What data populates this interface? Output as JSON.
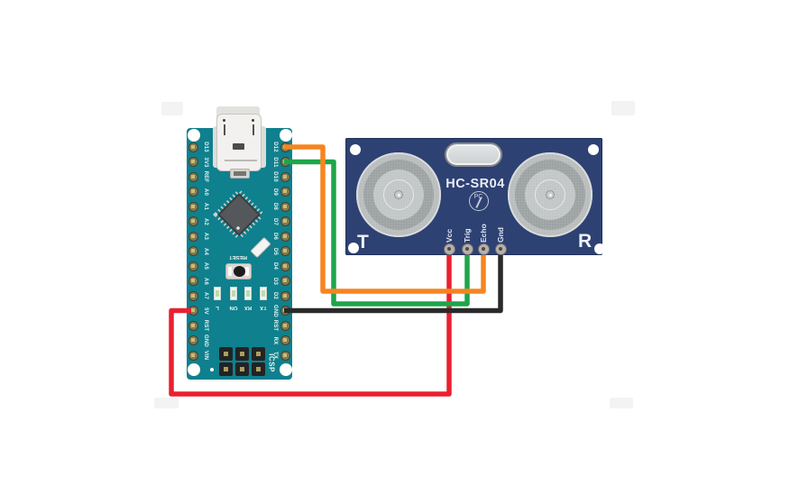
{
  "nano": {
    "board_color": "#0f808d",
    "left_pins": [
      "D13",
      "3V3",
      "REF",
      "A0",
      "A1",
      "A2",
      "A3",
      "A4",
      "A5",
      "A6",
      "A7",
      "5V",
      "RST",
      "GND",
      "VIN"
    ],
    "right_pins": [
      "D12",
      "D11",
      "D10",
      "D9",
      "D8",
      "D7",
      "D6",
      "D5",
      "D4",
      "D3",
      "D2",
      "GND",
      "RST",
      "RX",
      "TX"
    ],
    "reset_label": "RESET",
    "led_labels": [
      "L",
      "ON",
      "RX",
      "TX"
    ],
    "icsp_label": "ICSP"
  },
  "sensor": {
    "board_color": "#2e4173",
    "name": "HC-SR04",
    "logo_text": "PC",
    "pins": [
      "Vcc",
      "Trig",
      "Echo",
      "Gnd"
    ],
    "transmitter_label": "T",
    "receiver_label": "R"
  },
  "wires": [
    {
      "id": "red",
      "hex": "#ea2030",
      "from": "Nano 5V",
      "to": "HC-SR04 Vcc"
    },
    {
      "id": "green",
      "hex": "#1ea64a",
      "from": "Nano D11",
      "to": "HC-SR04 Trig"
    },
    {
      "id": "orange",
      "hex": "#f6851f",
      "from": "Nano D12",
      "to": "HC-SR04 Echo"
    },
    {
      "id": "black",
      "hex": "#2a2a2a",
      "from": "Nano GND",
      "to": "HC-SR04 Gnd"
    }
  ]
}
